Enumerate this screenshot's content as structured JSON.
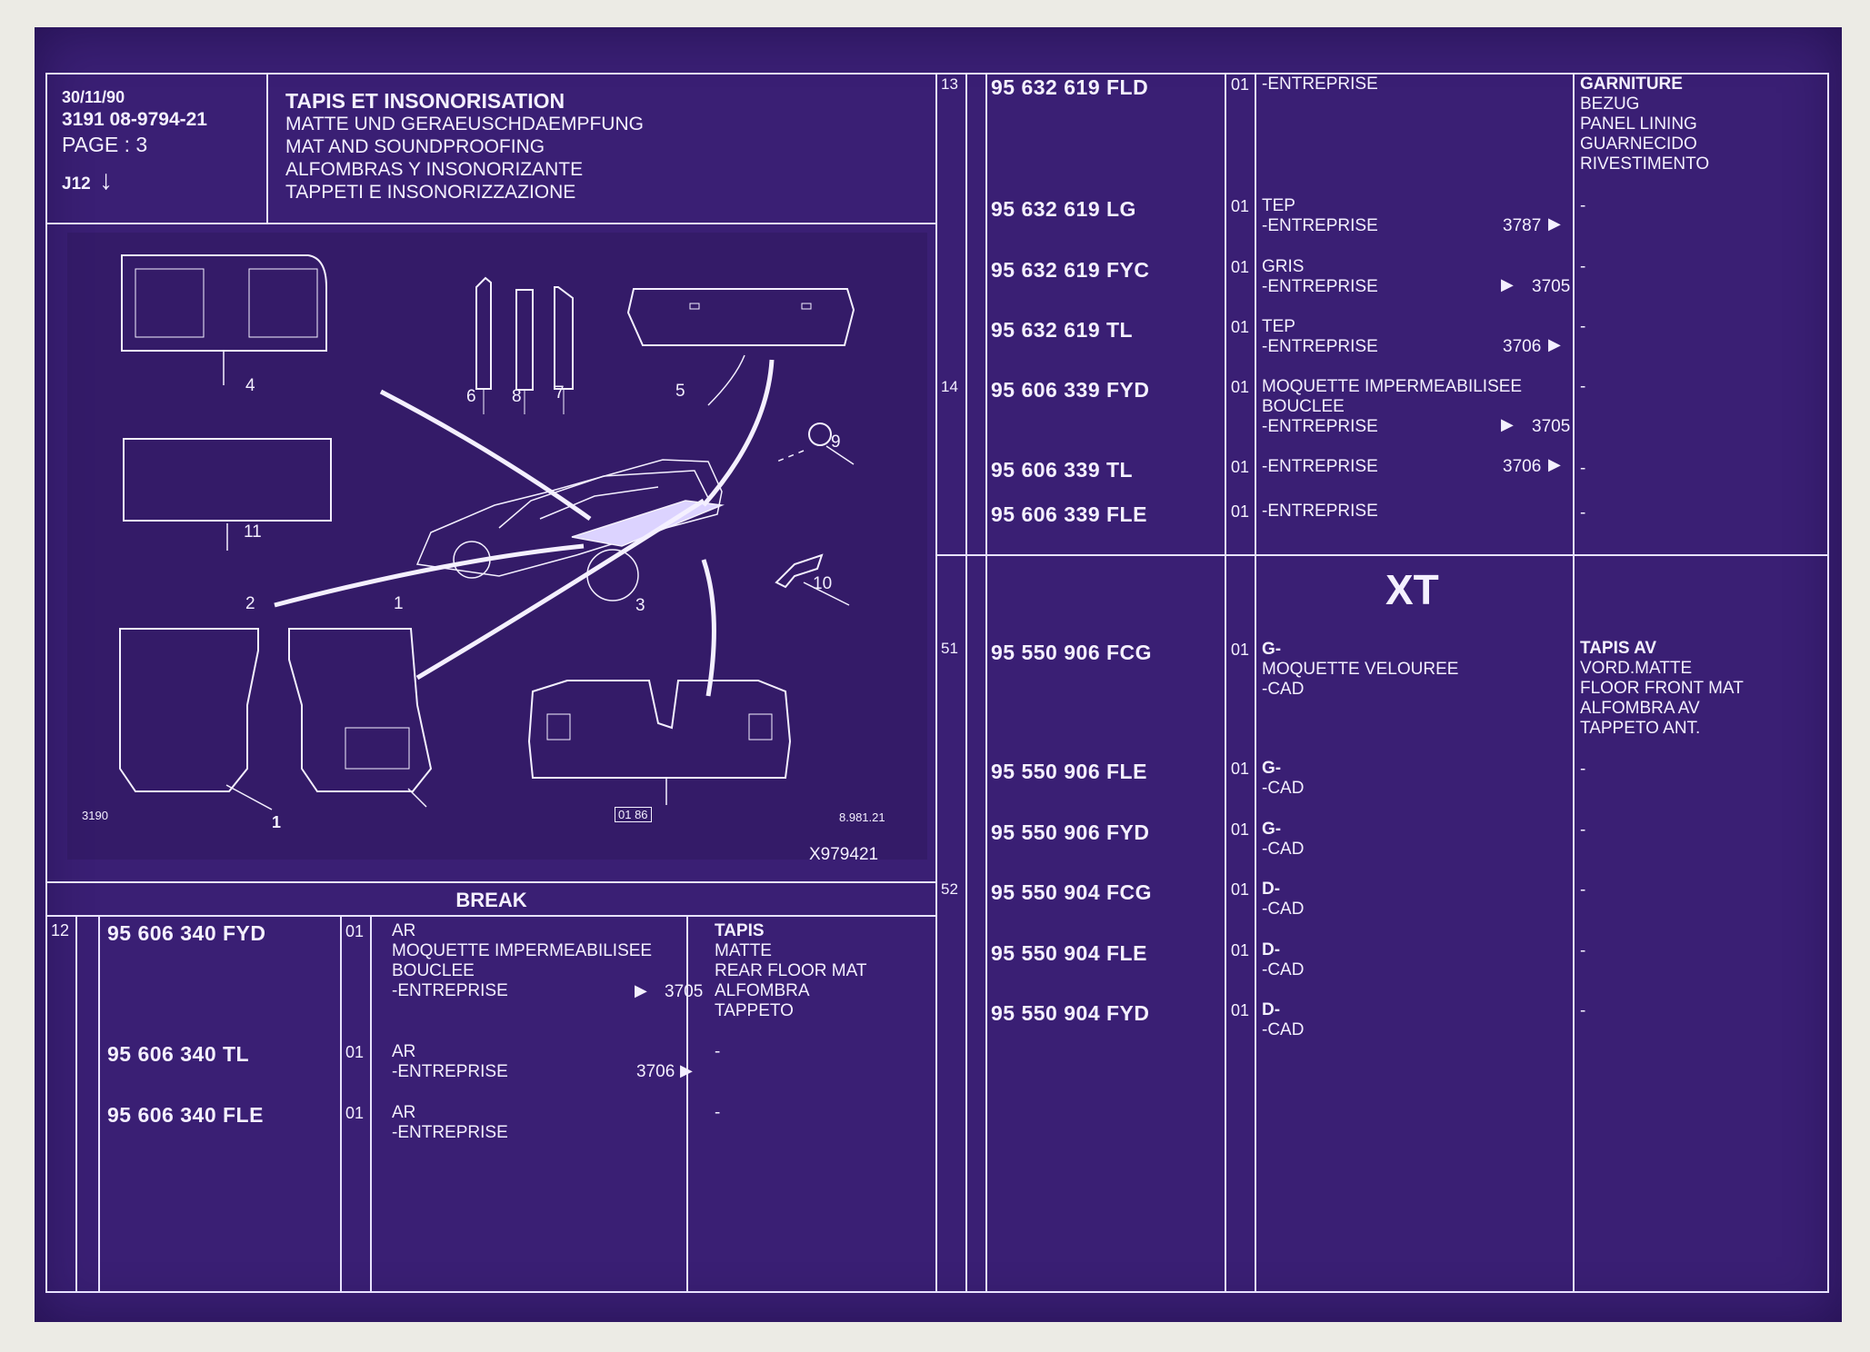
{
  "header": {
    "date": "30/11/90",
    "ref": "3191  08-9794-21",
    "page": "PAGE : 3",
    "group": "J12",
    "title": "TAPIS ET INSONORISATION",
    "subtitles": [
      "MATTE UND GERAEUSCHDAEMPFUNG",
      "MAT AND SOUNDPROOFING",
      "ALFOMBRAS Y INSONORIZANTE",
      "TAPPETI E INSONORIZZAZIONE"
    ]
  },
  "diagram": {
    "callouts": [
      "1",
      "2",
      "3",
      "4",
      "5",
      "6",
      "7",
      "8",
      "9",
      "10",
      "11"
    ],
    "code_left": "3190",
    "code_mid": "01 86",
    "code_right": "8.981.21",
    "ref": "X979421"
  },
  "break_section": {
    "title": "BREAK",
    "item_no": "12",
    "desc": [
      "TAPIS",
      "MATTE",
      "REAR FLOOR MAT",
      "ALFOMBRA",
      "TAPPETO"
    ],
    "rows": [
      {
        "part": "95 606 340 FYD",
        "qty": "01",
        "lines": [
          "AR",
          "MOQUETTE IMPERMEABILISEE",
          "BOUCLEE",
          "-ENTREPRISE"
        ],
        "ref": "3705",
        "ref_side": "before"
      },
      {
        "part": "95 606 340 TL",
        "qty": "01",
        "lines": [
          "AR",
          "-ENTREPRISE"
        ],
        "ref": "3706",
        "ref_side": "after",
        "desc": "-"
      },
      {
        "part": "95 606 340 FLE",
        "qty": "01",
        "lines": [
          "AR",
          "-ENTREPRISE"
        ],
        "ref": "",
        "desc": "-"
      }
    ]
  },
  "right_upper": {
    "item13": "13",
    "item14": "14",
    "desc13": [
      "GARNITURE",
      "BEZUG",
      "PANEL LINING",
      "GUARNECIDO",
      "RIVESTIMENTO"
    ],
    "rows": [
      {
        "part": "95 632 619 FLD",
        "qty": "01",
        "lines": [
          "-ENTREPRISE"
        ],
        "ref": "",
        "desc": ""
      },
      {
        "part": "95 632 619 LG",
        "qty": "01",
        "lines": [
          "TEP",
          "-ENTREPRISE"
        ],
        "ref": "3787",
        "ref_side": "after",
        "desc": "-"
      },
      {
        "part": "95 632 619 FYC",
        "qty": "01",
        "lines": [
          "GRIS",
          "-ENTREPRISE"
        ],
        "ref": "3705",
        "ref_side": "before",
        "desc": "-"
      },
      {
        "part": "95 632 619 TL",
        "qty": "01",
        "lines": [
          "TEP",
          "-ENTREPRISE"
        ],
        "ref": "3706",
        "ref_side": "after",
        "desc": "-"
      },
      {
        "part": "95 606 339 FYD",
        "qty": "01",
        "lines": [
          "MOQUETTE IMPERMEABILISEE",
          "BOUCLEE",
          "-ENTREPRISE"
        ],
        "ref": "3705",
        "ref_side": "before",
        "desc": "-"
      },
      {
        "part": "95 606 339 TL",
        "qty": "01",
        "lines": [
          "-ENTREPRISE"
        ],
        "ref": "3706",
        "ref_side": "after",
        "desc": "-"
      },
      {
        "part": "95 606 339 FLE",
        "qty": "01",
        "lines": [
          "-ENTREPRISE"
        ],
        "ref": "",
        "desc": "-"
      }
    ]
  },
  "right_lower": {
    "heading": "XT",
    "item51": "51",
    "item52": "52",
    "desc51": [
      "TAPIS AV",
      "VORD.MATTE",
      "FLOOR FRONT MAT",
      "ALFOMBRA AV",
      "TAPPETO ANT."
    ],
    "rows": [
      {
        "part": "95 550 906 FCG",
        "qty": "01",
        "lines": [
          "G-",
          "MOQUETTE VELOUREE",
          "-CAD"
        ],
        "desc": ""
      },
      {
        "part": "95 550 906 FLE",
        "qty": "01",
        "lines": [
          "G-",
          "-CAD"
        ],
        "desc": "-"
      },
      {
        "part": "95 550 906 FYD",
        "qty": "01",
        "lines": [
          "G-",
          "-CAD"
        ],
        "desc": "-"
      },
      {
        "part": "95 550 904 FCG",
        "qty": "01",
        "lines": [
          "D-",
          "-CAD"
        ],
        "desc": "-"
      },
      {
        "part": "95 550 904 FLE",
        "qty": "01",
        "lines": [
          "D-",
          "-CAD"
        ],
        "desc": "-"
      },
      {
        "part": "95 550 904 FYD",
        "qty": "01",
        "lines": [
          "D-",
          "-CAD"
        ],
        "desc": "-"
      }
    ]
  },
  "colors": {
    "background": "#3a1f74",
    "ink": "#f4f0ff",
    "margin": "#ecebe5"
  }
}
